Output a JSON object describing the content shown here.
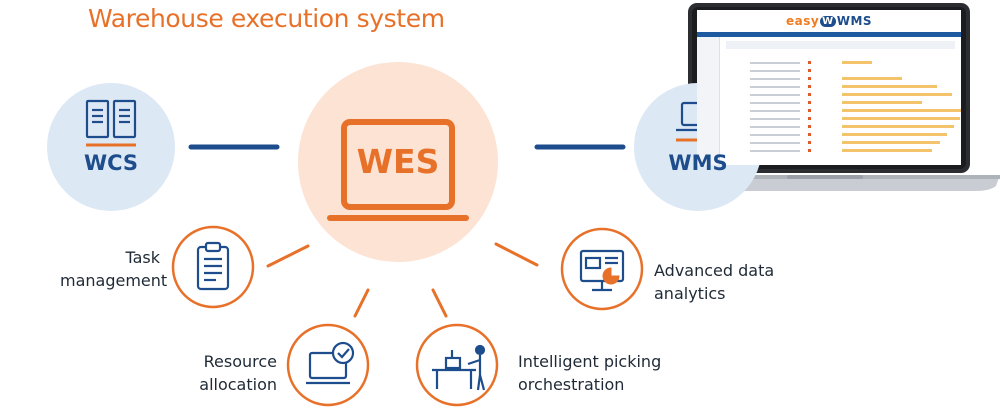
{
  "title": "Warehouse execution system",
  "center": {
    "label": "WES",
    "icon": "laptop-icon"
  },
  "wcs": {
    "label": "WCS",
    "icon": "server-rack-icon"
  },
  "wms": {
    "label": "WMS",
    "icon": "laptop-icon"
  },
  "laptop_screen": {
    "logo_part1": "easy",
    "logo_mark": "W",
    "logo_part2": "WMS"
  },
  "features": [
    {
      "line1": "Task",
      "line2": "management",
      "icon": "clipboard-icon"
    },
    {
      "line1": "Resource",
      "line2": "allocation",
      "icon": "monitor-check-icon"
    },
    {
      "line1": "Intelligent picking",
      "line2": "orchestration",
      "icon": "worker-workstation-icon"
    },
    {
      "line1": "Advanced data",
      "line2": "analytics",
      "icon": "monitor-chart-icon"
    }
  ],
  "colors": {
    "accent_orange": "#e8712a",
    "navy": "#1d4d8c",
    "center_fill": "#fce3d3",
    "side_fill": "#dde8f5"
  }
}
